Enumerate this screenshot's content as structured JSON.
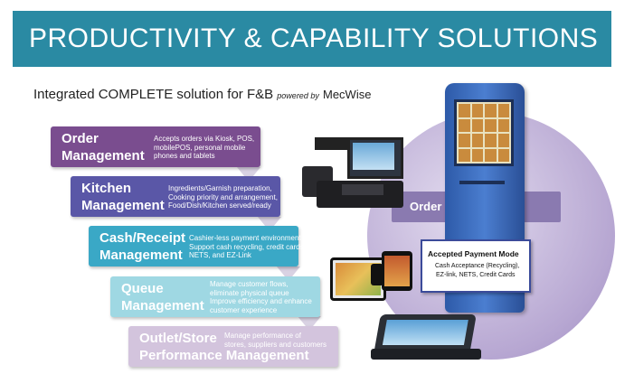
{
  "banner": {
    "title": "PRODUCTIVITY & CAPABILITY SOLUTIONS"
  },
  "subtitle": {
    "main": "Integrated COMPLETE solution for F&B",
    "powered_by": "powered by",
    "brand": "MecWise"
  },
  "steps": [
    {
      "title_1": "Order",
      "title_2": "Management",
      "desc": [
        "Accepts orders via Kiosk, POS,",
        "mobilePOS, personal mobile",
        "phones and tablets"
      ]
    },
    {
      "title_1": "Kitchen",
      "title_2": "Management",
      "desc": [
        "Ingredients/Garnish preparation,",
        "Cooking priority and arrangement,",
        "Food/Dish/Kitchen served/ready"
      ]
    },
    {
      "title_1": "Cash/Receipt",
      "title_2": "Management",
      "desc": [
        "Cashier-less payment environment",
        "Support cash recycling, credit cards,",
        "NETS, and EZ-Link"
      ]
    },
    {
      "title_1": "Queue",
      "title_2": "Management",
      "desc": [
        "Manage customer flows,",
        "eliminate physical queue",
        "Improve efficiency and enhance",
        "customer experience"
      ]
    },
    {
      "title_1": "Outlet/Store",
      "title_2": "Performance Management",
      "desc": [
        "Manage performance of",
        "stores, suppliers and customers"
      ]
    }
  ],
  "order_terminal": {
    "label": "Order Terminal"
  },
  "payment": {
    "title": "Accepted Payment Mode",
    "line_1": "Cash Acceptance (Recycling),",
    "line_2": "EZ-link, NETS, Credit Cards"
  },
  "colors": {
    "banner": "#2a8aa3",
    "step_order": "#7a4d8f",
    "step_kitchen": "#5a57a7",
    "step_cash": "#3aa8c6",
    "step_queue": "#9fd8e3",
    "step_outlet": "#d3c4dd"
  }
}
